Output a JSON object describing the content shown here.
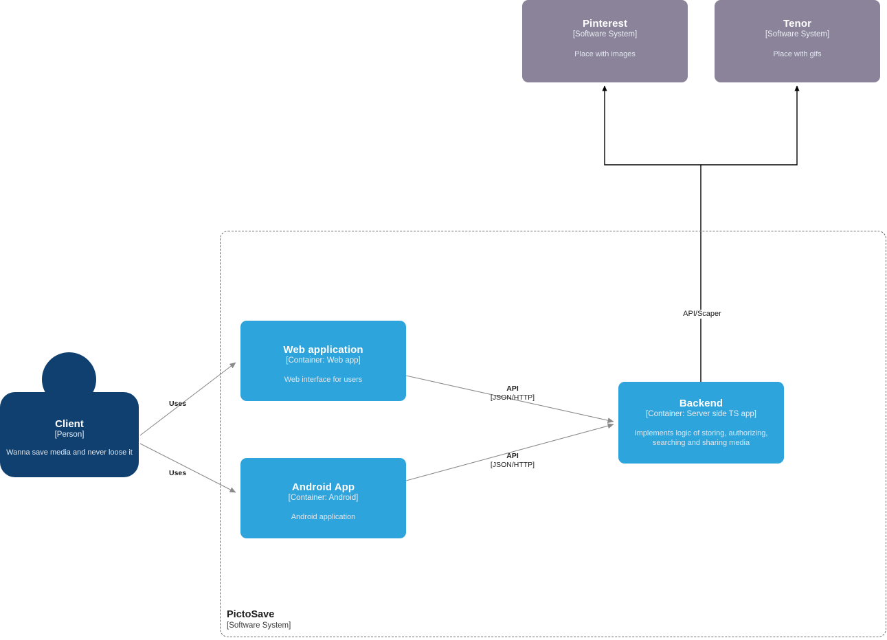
{
  "diagram": {
    "type": "C4 Container diagram",
    "boundary": {
      "name": "PictoSave",
      "type": "[Software System]"
    }
  },
  "external_systems": [
    {
      "id": "pinterest",
      "name": "Pinterest",
      "type": "[Software System]",
      "description": "Place with images",
      "color": "#8b8399"
    },
    {
      "id": "tenor",
      "name": "Tenor",
      "type": "[Software System]",
      "description": "Place with gifs",
      "color": "#8b8399"
    }
  ],
  "person": {
    "id": "client",
    "name": "Client",
    "type": "[Person]",
    "description": "Wanna save media and never loose it",
    "color": "#0f4070"
  },
  "containers": [
    {
      "id": "webapp",
      "name": "Web application",
      "type": "[Container: Web app]",
      "description": "Web interface for users",
      "color": "#2ea4dc"
    },
    {
      "id": "android",
      "name": "Android App",
      "type": "[Container: Android]",
      "description": "Android application",
      "color": "#2ea4dc"
    },
    {
      "id": "backend",
      "name": "Backend",
      "type": "[Container: Server side TS app]",
      "description": "Implements logic of storing, authorizing, searching and sharing media",
      "color": "#2ea4dc"
    }
  ],
  "relationships": [
    {
      "id": "client-webapp",
      "from": "client",
      "to": "webapp",
      "label": "Uses",
      "technology": ""
    },
    {
      "id": "client-android",
      "from": "client",
      "to": "android",
      "label": "Uses",
      "technology": ""
    },
    {
      "id": "webapp-backend",
      "from": "webapp",
      "to": "backend",
      "label": "API",
      "technology": "[JSON/HTTP]"
    },
    {
      "id": "android-backend",
      "from": "android",
      "to": "backend",
      "label": "API",
      "technology": "[JSON/HTTP]"
    },
    {
      "id": "backend-externals",
      "from": "backend",
      "to": "pinterest, tenor",
      "label": "API/Scaper",
      "technology": ""
    }
  ],
  "colors": {
    "external_system": "#8b8399",
    "person": "#0f4070",
    "container": "#2ea4dc",
    "edge": "#8a8a8a",
    "edge_dark": "#000000",
    "boundary": "#6b6b6b",
    "background": "#ffffff"
  }
}
